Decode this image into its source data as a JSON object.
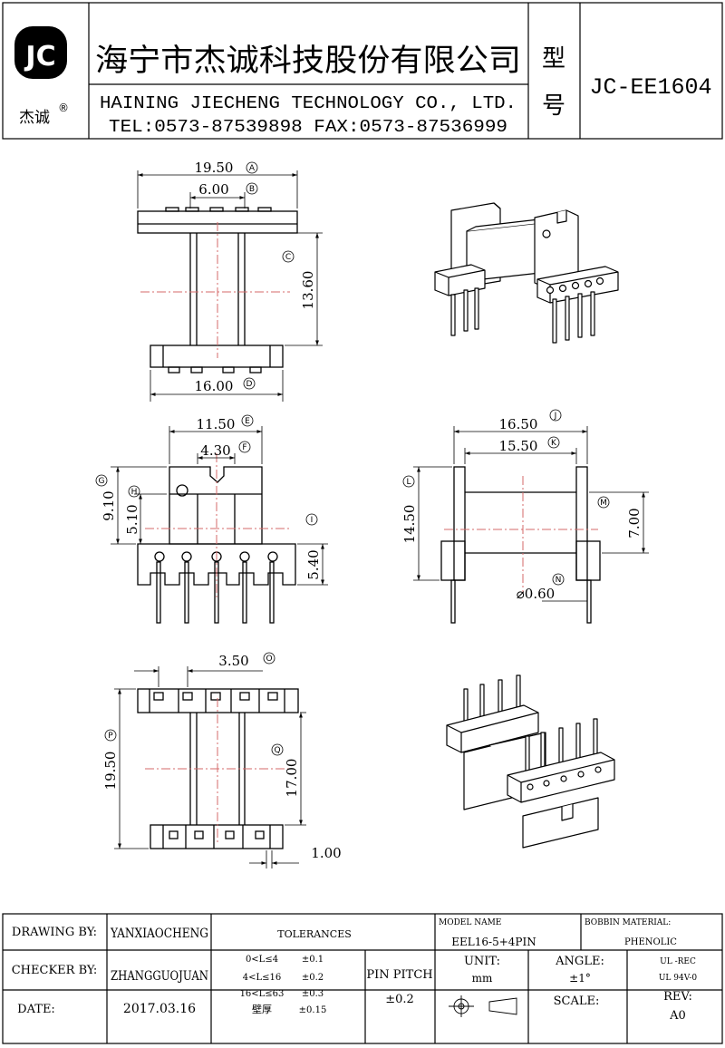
{
  "header": {
    "logo_text": "JC",
    "logo_cn": "杰诚",
    "registered_mark": "®",
    "company_cn": "海宁市杰诚科技股份有限公司",
    "company_en": "HAINING JIECHENG TECHNOLOGY CO., LTD.",
    "contact": "TEL:0573-87539898  FAX:0573-87536999",
    "model_label_1": "型",
    "model_label_2": "号",
    "model_number": "JC-EE1604"
  },
  "dims": {
    "A": "19.50",
    "B": "6.00",
    "C": "13.60",
    "D": "16.00",
    "E": "11.50",
    "F": "4.30",
    "G": "9.10",
    "H": "5.10",
    "I": "",
    "I_val": "5.40",
    "J": "16.50",
    "K": "15.50",
    "L": "14.50",
    "M": "7.00",
    "N": "⌀0.60",
    "O": "3.50",
    "P": "19.50",
    "Q": "17.00",
    "R": "1.00"
  },
  "markers": {
    "A": "A",
    "B": "B",
    "C": "C",
    "D": "D",
    "E": "E",
    "F": "F",
    "G": "G",
    "H": "H",
    "I": "I",
    "J": "J",
    "K": "K",
    "L": "L",
    "M": "M",
    "N": "N",
    "O": "O",
    "P": "P",
    "Q": "Q"
  },
  "title_block": {
    "drawing_by_label": "DRAWING  BY:",
    "drawing_by_value": "YANXIAOCHENG",
    "checker_by_label": "CHECKER  BY:",
    "checker_by_value": "ZHANGGUOJUAN",
    "date_label": "DATE:",
    "date_value": "2017.03.16",
    "tolerances_label": "TOLERANCES",
    "tol_rows": [
      {
        "range": "0<L≤4",
        "value": "±0.1"
      },
      {
        "range": "4<L≤16",
        "value": "±0.2"
      },
      {
        "range": "16<L≤63",
        "value": "±0.3"
      },
      {
        "range": "壁厚",
        "value": "±0.15"
      }
    ],
    "pin_pitch_label": "PIN PITCH",
    "pin_pitch_value": "±0.2",
    "model_name_label": "MODEL NAME",
    "model_name_value": "EEL16-5+4PIN",
    "bobbin_material_label": "BOBBIN MATERIAL:",
    "bobbin_material_value": "PHENOLIC",
    "unit_label": "UNIT:",
    "unit_value": "mm",
    "angle_label": "ANGLE:",
    "angle_value": "±1°",
    "ul_1": "UL -REC",
    "ul_2": "UL  94V-0",
    "scale_label": "SCALE:",
    "rev_label": "REV:",
    "rev_value": "A0"
  }
}
